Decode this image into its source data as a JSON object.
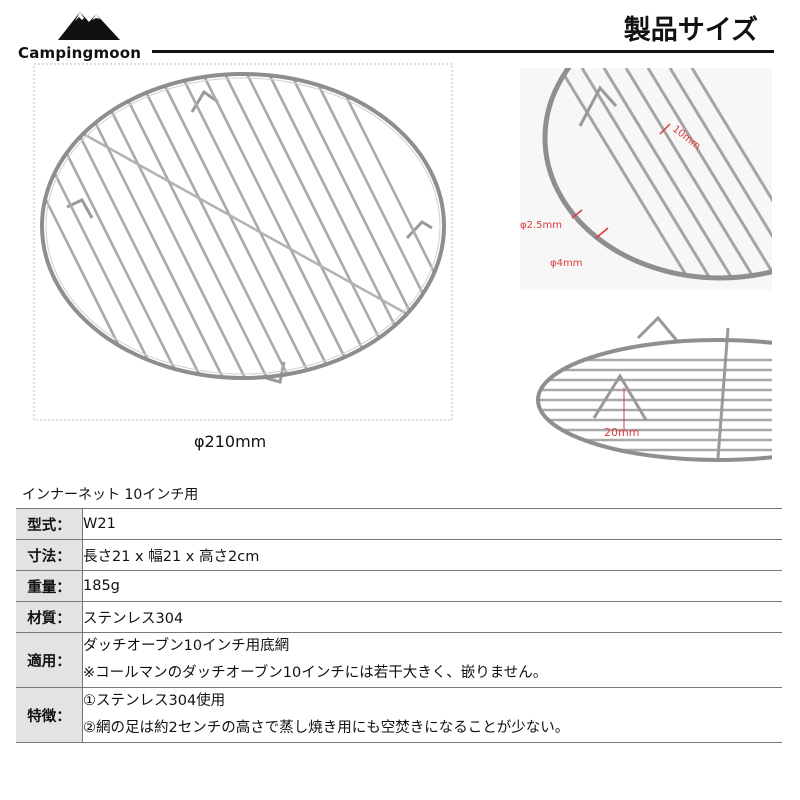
{
  "header": {
    "brand": "Campingmoon",
    "title": "製品サイズ"
  },
  "images": {
    "main_dimension": "φ210mm",
    "detail_top": {
      "wire_gap": "10mm",
      "thin_wire": "φ2.5mm",
      "thick_wire": "φ4mm"
    },
    "detail_bottom": {
      "leg_height": "20mm"
    }
  },
  "product_name": "インナーネット 10インチ用",
  "specs": [
    {
      "label": "型式：",
      "lines": [
        "W21"
      ]
    },
    {
      "label": "寸法：",
      "lines": [
        "長さ21 x 幅21 x 高さ2cm"
      ]
    },
    {
      "label": "重量：",
      "lines": [
        "185g"
      ]
    },
    {
      "label": "材質：",
      "lines": [
        "ステンレス304"
      ]
    },
    {
      "label": "適用：",
      "lines": [
        "ダッチオーブン10インチ用底網",
        "※コールマンのダッチオーブン10インチには若干大きく、嵌りません。"
      ]
    },
    {
      "label": "特徴：",
      "lines": [
        "①ステンレス304使用",
        "②網の足は約2センチの高さで蒸し焼き用にも空焚きになることが少ない。"
      ]
    }
  ],
  "colors": {
    "accent": "#e23a3a",
    "rule": "#111111",
    "label_bg": "#e3e3e3"
  }
}
